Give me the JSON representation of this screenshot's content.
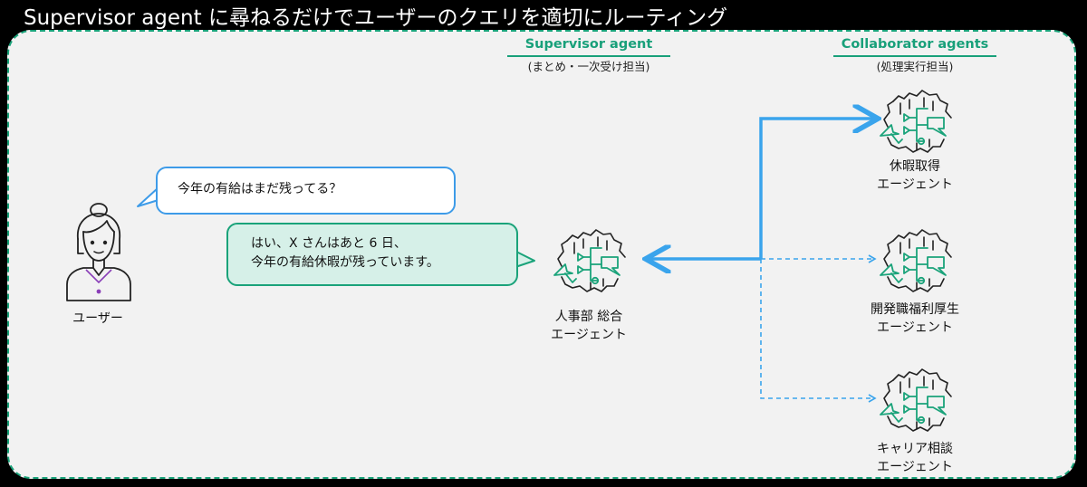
{
  "slide": {
    "title": "Supervisor agent に尋ねるだけでユーザーのクエリを適切にルーティング"
  },
  "supervisor": {
    "heading": "Supervisor agent",
    "subheading": "(まとめ・一次受け担当)",
    "agent_name": "人事部 総合",
    "agent_suffix": "エージェント"
  },
  "collaborators": {
    "heading": "Collaborator agents",
    "subheading": "(処理実行担当)",
    "agents": [
      {
        "name": "休暇取得",
        "suffix": "エージェント"
      },
      {
        "name": "開発職福利厚生",
        "suffix": "エージェント"
      },
      {
        "name": "キャリア相談",
        "suffix": "エージェント"
      }
    ]
  },
  "user": {
    "label": "ユーザー",
    "question": "今年の有給はまだ残ってる？"
  },
  "answer": {
    "line1": "はい、X さんはあと 6 日、",
    "line2": "今年の有給休暇が残っています。"
  },
  "colors": {
    "panel_border": "#1aa37a",
    "accent_green": "#18a07a",
    "arrow_blue": "#3aa4ec",
    "bubble_blue": "#3d9be8",
    "answer_fill": "#d6f0e8",
    "icon_outline": "#222222",
    "icon_green": "#1aa37a"
  },
  "icons": {
    "agent": "agent-brain-icon",
    "user": "user-avatar-icon"
  }
}
